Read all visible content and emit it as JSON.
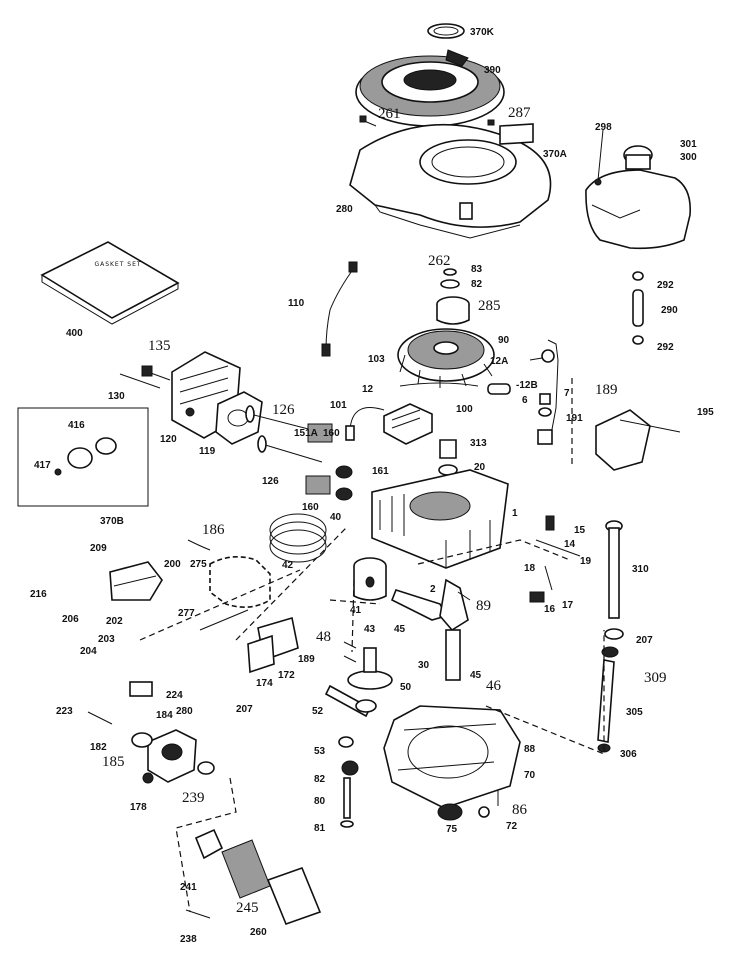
{
  "diagram": {
    "gasket_set_label": "GASKET SET",
    "labels": [
      {
        "id": "p370k",
        "text": "370K",
        "size": "sm"
      },
      {
        "id": "p390",
        "text": "390",
        "size": "sm"
      },
      {
        "id": "p261",
        "text": "261",
        "size": "lg"
      },
      {
        "id": "p287",
        "text": "287",
        "size": "lg"
      },
      {
        "id": "p370a",
        "text": "370A",
        "size": "sm"
      },
      {
        "id": "p280",
        "text": "280",
        "size": "sm"
      },
      {
        "id": "p298",
        "text": "298",
        "size": "sm"
      },
      {
        "id": "p301",
        "text": "301",
        "size": "sm"
      },
      {
        "id": "p300",
        "text": "300",
        "size": "sm"
      },
      {
        "id": "p262",
        "text": "262",
        "size": "lg"
      },
      {
        "id": "p83",
        "text": "83",
        "size": "sm"
      },
      {
        "id": "p82a",
        "text": "82",
        "size": "sm"
      },
      {
        "id": "p285",
        "text": "285",
        "size": "lg"
      },
      {
        "id": "p292a",
        "text": "292",
        "size": "sm"
      },
      {
        "id": "p290",
        "text": "290",
        "size": "sm"
      },
      {
        "id": "p292b",
        "text": "292",
        "size": "sm"
      },
      {
        "id": "p400",
        "text": "400",
        "size": "sm"
      },
      {
        "id": "p110",
        "text": "110",
        "size": "sm"
      },
      {
        "id": "p90",
        "text": "90",
        "size": "sm"
      },
      {
        "id": "p135",
        "text": "135",
        "size": "lg"
      },
      {
        "id": "p103",
        "text": "103",
        "size": "sm"
      },
      {
        "id": "p12a",
        "text": "12A",
        "size": "sm"
      },
      {
        "id": "p12",
        "text": "12",
        "size": "sm"
      },
      {
        "id": "p12b",
        "text": "-12B",
        "size": "sm"
      },
      {
        "id": "p7",
        "text": "7",
        "size": "sm"
      },
      {
        "id": "p6",
        "text": "6",
        "size": "sm"
      },
      {
        "id": "p189a",
        "text": "189",
        "size": "lg"
      },
      {
        "id": "p191",
        "text": "191",
        "size": "sm"
      },
      {
        "id": "p195",
        "text": "195",
        "size": "sm"
      },
      {
        "id": "p130",
        "text": "130",
        "size": "sm"
      },
      {
        "id": "p126a",
        "text": "126",
        "size": "lg"
      },
      {
        "id": "p101",
        "text": "101",
        "size": "sm"
      },
      {
        "id": "p100",
        "text": "100",
        "size": "sm"
      },
      {
        "id": "p416",
        "text": "416",
        "size": "sm"
      },
      {
        "id": "p120",
        "text": "120",
        "size": "sm"
      },
      {
        "id": "p119",
        "text": "119",
        "size": "sm"
      },
      {
        "id": "p151a",
        "text": "151A",
        "size": "sm"
      },
      {
        "id": "p160a",
        "text": "160",
        "size": "sm"
      },
      {
        "id": "p313",
        "text": "313",
        "size": "sm"
      },
      {
        "id": "p20",
        "text": "20",
        "size": "sm"
      },
      {
        "id": "p417",
        "text": "417",
        "size": "sm"
      },
      {
        "id": "p126b",
        "text": "126",
        "size": "sm"
      },
      {
        "id": "p161",
        "text": "161",
        "size": "sm"
      },
      {
        "id": "p160b",
        "text": "160",
        "size": "sm"
      },
      {
        "id": "p1",
        "text": "1",
        "size": "sm"
      },
      {
        "id": "p15",
        "text": "15",
        "size": "sm"
      },
      {
        "id": "p14",
        "text": "14",
        "size": "sm"
      },
      {
        "id": "p370b",
        "text": "370B",
        "size": "sm"
      },
      {
        "id": "p186",
        "text": "186",
        "size": "lg"
      },
      {
        "id": "p40",
        "text": "40",
        "size": "sm"
      },
      {
        "id": "p310",
        "text": "310",
        "size": "sm"
      },
      {
        "id": "p19",
        "text": "19",
        "size": "sm"
      },
      {
        "id": "p209",
        "text": "209",
        "size": "sm"
      },
      {
        "id": "p200",
        "text": "200",
        "size": "sm"
      },
      {
        "id": "p275",
        "text": "275",
        "size": "sm"
      },
      {
        "id": "p42",
        "text": "42",
        "size": "sm"
      },
      {
        "id": "p18",
        "text": "18",
        "size": "sm"
      },
      {
        "id": "p216",
        "text": "216",
        "size": "sm"
      },
      {
        "id": "p2",
        "text": "2",
        "size": "sm"
      },
      {
        "id": "p89",
        "text": "89",
        "size": "lg"
      },
      {
        "id": "p17",
        "text": "17",
        "size": "sm"
      },
      {
        "id": "p16",
        "text": "16",
        "size": "sm"
      },
      {
        "id": "p206",
        "text": "206",
        "size": "sm"
      },
      {
        "id": "p202",
        "text": "202",
        "size": "sm"
      },
      {
        "id": "p203",
        "text": "203",
        "size": "sm"
      },
      {
        "id": "p277",
        "text": "277",
        "size": "sm"
      },
      {
        "id": "p41",
        "text": "41",
        "size": "sm"
      },
      {
        "id": "p43",
        "text": "43",
        "size": "sm"
      },
      {
        "id": "p45a",
        "text": "45",
        "size": "sm"
      },
      {
        "id": "p204",
        "text": "204",
        "size": "sm"
      },
      {
        "id": "p207a",
        "text": "207",
        "size": "sm"
      },
      {
        "id": "p48",
        "text": "48",
        "size": "lg"
      },
      {
        "id": "p189b",
        "text": "189",
        "size": "sm"
      },
      {
        "id": "p172",
        "text": "172",
        "size": "sm"
      },
      {
        "id": "p174",
        "text": "174",
        "size": "sm"
      },
      {
        "id": "p30",
        "text": "30",
        "size": "sm"
      },
      {
        "id": "p45b",
        "text": "45",
        "size": "sm"
      },
      {
        "id": "p46",
        "text": "46",
        "size": "lg"
      },
      {
        "id": "p309",
        "text": "309",
        "size": "lg"
      },
      {
        "id": "p224",
        "text": "224",
        "size": "sm"
      },
      {
        "id": "p50",
        "text": "50",
        "size": "sm"
      },
      {
        "id": "p223",
        "text": "223",
        "size": "sm"
      },
      {
        "id": "p280b",
        "text": "280",
        "size": "sm"
      },
      {
        "id": "p207b",
        "text": "207",
        "size": "sm"
      },
      {
        "id": "p184",
        "text": "184",
        "size": "sm"
      },
      {
        "id": "p52",
        "text": "52",
        "size": "sm"
      },
      {
        "id": "p305",
        "text": "305",
        "size": "sm"
      },
      {
        "id": "p182",
        "text": "182",
        "size": "sm"
      },
      {
        "id": "p185",
        "text": "185",
        "size": "lg"
      },
      {
        "id": "p88",
        "text": "88",
        "size": "sm"
      },
      {
        "id": "p53",
        "text": "53",
        "size": "sm"
      },
      {
        "id": "p306",
        "text": "306",
        "size": "sm"
      },
      {
        "id": "p239",
        "text": "239",
        "size": "lg"
      },
      {
        "id": "p82b",
        "text": "82",
        "size": "sm"
      },
      {
        "id": "p70",
        "text": "70",
        "size": "sm"
      },
      {
        "id": "p178",
        "text": "178",
        "size": "sm"
      },
      {
        "id": "p80",
        "text": "80",
        "size": "sm"
      },
      {
        "id": "p86",
        "text": "86",
        "size": "lg"
      },
      {
        "id": "p81",
        "text": "81",
        "size": "sm"
      },
      {
        "id": "p75",
        "text": "75",
        "size": "sm"
      },
      {
        "id": "p72",
        "text": "72",
        "size": "sm"
      },
      {
        "id": "p241",
        "text": "241",
        "size": "sm"
      },
      {
        "id": "p245",
        "text": "245",
        "size": "lg"
      },
      {
        "id": "p238",
        "text": "238",
        "size": "sm"
      },
      {
        "id": "p260",
        "text": "260",
        "size": "sm"
      }
    ]
  }
}
